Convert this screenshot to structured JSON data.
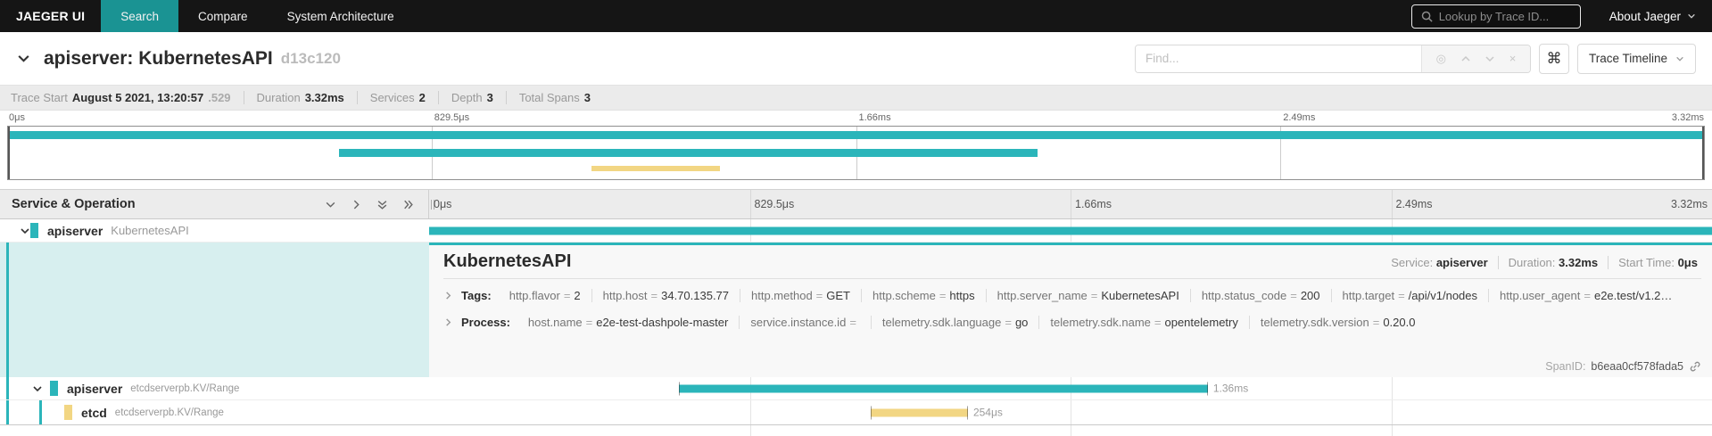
{
  "nav": {
    "brand": "JAEGER UI",
    "items": [
      {
        "label": "Search",
        "active": true
      },
      {
        "label": "Compare",
        "active": false
      },
      {
        "label": "System Architecture",
        "active": false
      }
    ],
    "lookup_placeholder": "Lookup by Trace ID...",
    "about_label": "About Jaeger"
  },
  "trace_header": {
    "title": "apiserver: KubernetesAPI",
    "trace_id": "d13c120",
    "find_placeholder": "Find...",
    "shortcut_key": "⌘",
    "view_label": "Trace Timeline"
  },
  "summary": {
    "items": [
      {
        "label": "Trace Start",
        "value": "August 5 2021, 13:20:57",
        "suffix": ".529"
      },
      {
        "label": "Duration",
        "value": "3.32ms",
        "suffix": ""
      },
      {
        "label": "Services",
        "value": "2",
        "suffix": ""
      },
      {
        "label": "Depth",
        "value": "3",
        "suffix": ""
      },
      {
        "label": "Total Spans",
        "value": "3",
        "suffix": ""
      }
    ]
  },
  "timeline": {
    "ticks": [
      "0μs",
      "829.5μs",
      "1.66ms",
      "2.49ms",
      "3.32ms"
    ]
  },
  "colors": {
    "accent_teal": "#1a9393",
    "span_teal": "#2bb5ba",
    "span_yellow": "#f2d683",
    "selected_row_bg": "#d7efef"
  },
  "minimap": {
    "bars": [
      {
        "start_pct": 0,
        "width_pct": 100,
        "color": "#2bb5ba"
      },
      {
        "start_pct": 19.5,
        "width_pct": 41.2,
        "color": "#2bb5ba"
      },
      {
        "start_pct": 34.4,
        "width_pct": 7.6,
        "color": "#f2d683"
      }
    ]
  },
  "table": {
    "header": "Service & Operation"
  },
  "spans": [
    {
      "service": "apiserver",
      "operation": "KubernetesAPI",
      "color": "#2bb5ba",
      "bar": {
        "start_pct": 0,
        "width_pct": 100,
        "color": "#2bb5ba"
      },
      "duration_label": ""
    },
    {
      "service": "apiserver",
      "operation": "etcdserverpb.KV/Range",
      "color": "#2bb5ba",
      "bar": {
        "start_pct": 19.5,
        "width_pct": 41.2,
        "color": "#2bb5ba"
      },
      "duration_label": "1.36ms"
    },
    {
      "service": "etcd",
      "operation": "etcdserverpb.KV/Range",
      "color": "#f2d683",
      "bar": {
        "start_pct": 34.4,
        "width_pct": 7.6,
        "color": "#f2d683"
      },
      "duration_label": "254μs"
    }
  ],
  "detail": {
    "operation": "KubernetesAPI",
    "meta": [
      {
        "label": "Service:",
        "value": "apiserver"
      },
      {
        "label": "Duration:",
        "value": "3.32ms"
      },
      {
        "label": "Start Time:",
        "value": "0μs"
      }
    ],
    "tags_label": "Tags:",
    "tags": [
      {
        "key": "http.flavor",
        "value": "2"
      },
      {
        "key": "http.host",
        "value": "34.70.135.77"
      },
      {
        "key": "http.method",
        "value": "GET"
      },
      {
        "key": "http.scheme",
        "value": "https"
      },
      {
        "key": "http.server_name",
        "value": "KubernetesAPI"
      },
      {
        "key": "http.status_code",
        "value": "200"
      },
      {
        "key": "http.target",
        "value": "/api/v1/nodes"
      },
      {
        "key": "http.user_agent",
        "value": "e2e.test/v1.2…"
      }
    ],
    "process_label": "Process:",
    "process": [
      {
        "key": "host.name",
        "value": "e2e-test-dashpole-master"
      },
      {
        "key": "service.instance.id",
        "value": ""
      },
      {
        "key": "telemetry.sdk.language",
        "value": "go"
      },
      {
        "key": "telemetry.sdk.name",
        "value": "opentelemetry"
      },
      {
        "key": "telemetry.sdk.version",
        "value": "0.20.0"
      }
    ],
    "span_id_label": "SpanID:",
    "span_id": "b6eaa0cf578fada5"
  }
}
